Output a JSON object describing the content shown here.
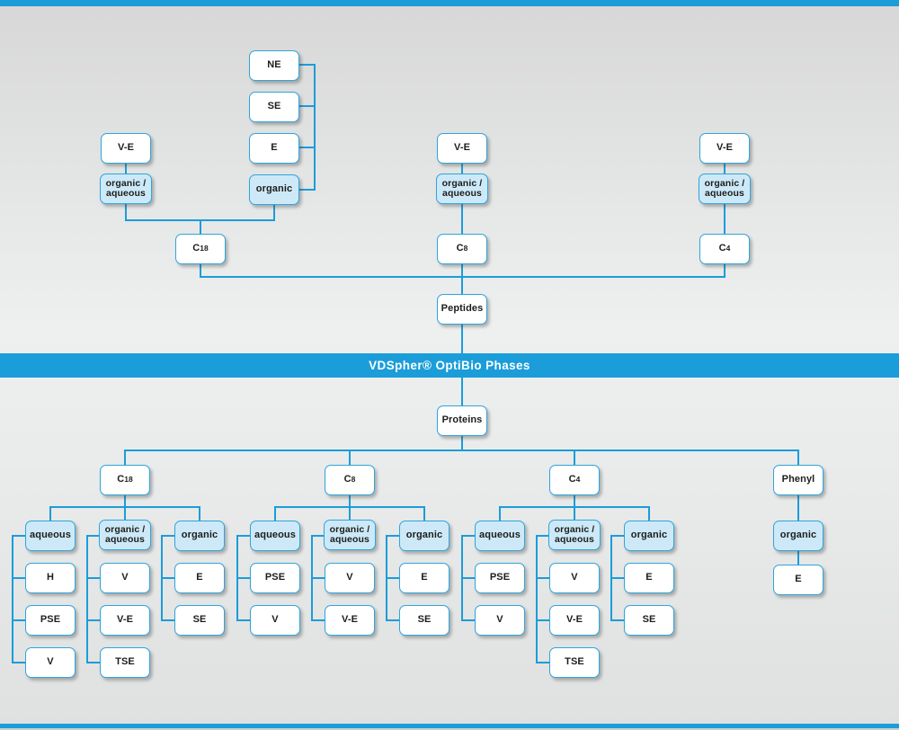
{
  "banner": {
    "label": "VDSpher® OptiBio Phases"
  },
  "colors": {
    "accent_blue": "#1b9dd9",
    "box_border": "#2ea5dc",
    "light_box_fill": "#cde9f8"
  },
  "peptides_section": {
    "root_label": "Peptides",
    "c18_branch": {
      "column_label": "C18",
      "ve_label": "V-E",
      "organic_aqueous_label": "organic /\naqueous",
      "organic_label": "organic",
      "organic_children": [
        "NE",
        "SE",
        "E"
      ]
    },
    "c8_branch": {
      "column_label": "C8",
      "ve_label": "V-E",
      "organic_aqueous_label": "organic /\naqueous"
    },
    "c4_branch": {
      "column_label": "C4",
      "ve_label": "V-E",
      "organic_aqueous_label": "organic /\naqueous"
    }
  },
  "proteins_section": {
    "root_label": "Proteins",
    "c18_branch": {
      "column_label": "C18",
      "groups": [
        {
          "mode_label": "aqueous",
          "children": [
            "H",
            "PSE",
            "V"
          ]
        },
        {
          "mode_label": "organic /\naqueous",
          "children": [
            "V",
            "V-E",
            "TSE"
          ]
        },
        {
          "mode_label": "organic",
          "children": [
            "E",
            "SE"
          ]
        }
      ]
    },
    "c8_branch": {
      "column_label": "C8",
      "groups": [
        {
          "mode_label": "aqueous",
          "children": [
            "PSE",
            "V"
          ]
        },
        {
          "mode_label": "organic /\naqueous",
          "children": [
            "V",
            "V-E"
          ]
        },
        {
          "mode_label": "organic",
          "children": [
            "E",
            "SE"
          ]
        }
      ]
    },
    "c4_branch": {
      "column_label": "C4",
      "groups": [
        {
          "mode_label": "aqueous",
          "children": [
            "PSE",
            "V"
          ]
        },
        {
          "mode_label": "organic /\naqueous",
          "children": [
            "V",
            "V-E",
            "TSE"
          ]
        },
        {
          "mode_label": "organic",
          "children": [
            "E",
            "SE"
          ]
        }
      ]
    },
    "phenyl_branch": {
      "column_label": "Phenyl",
      "groups": [
        {
          "mode_label": "organic",
          "children": [
            "E"
          ]
        }
      ]
    }
  }
}
